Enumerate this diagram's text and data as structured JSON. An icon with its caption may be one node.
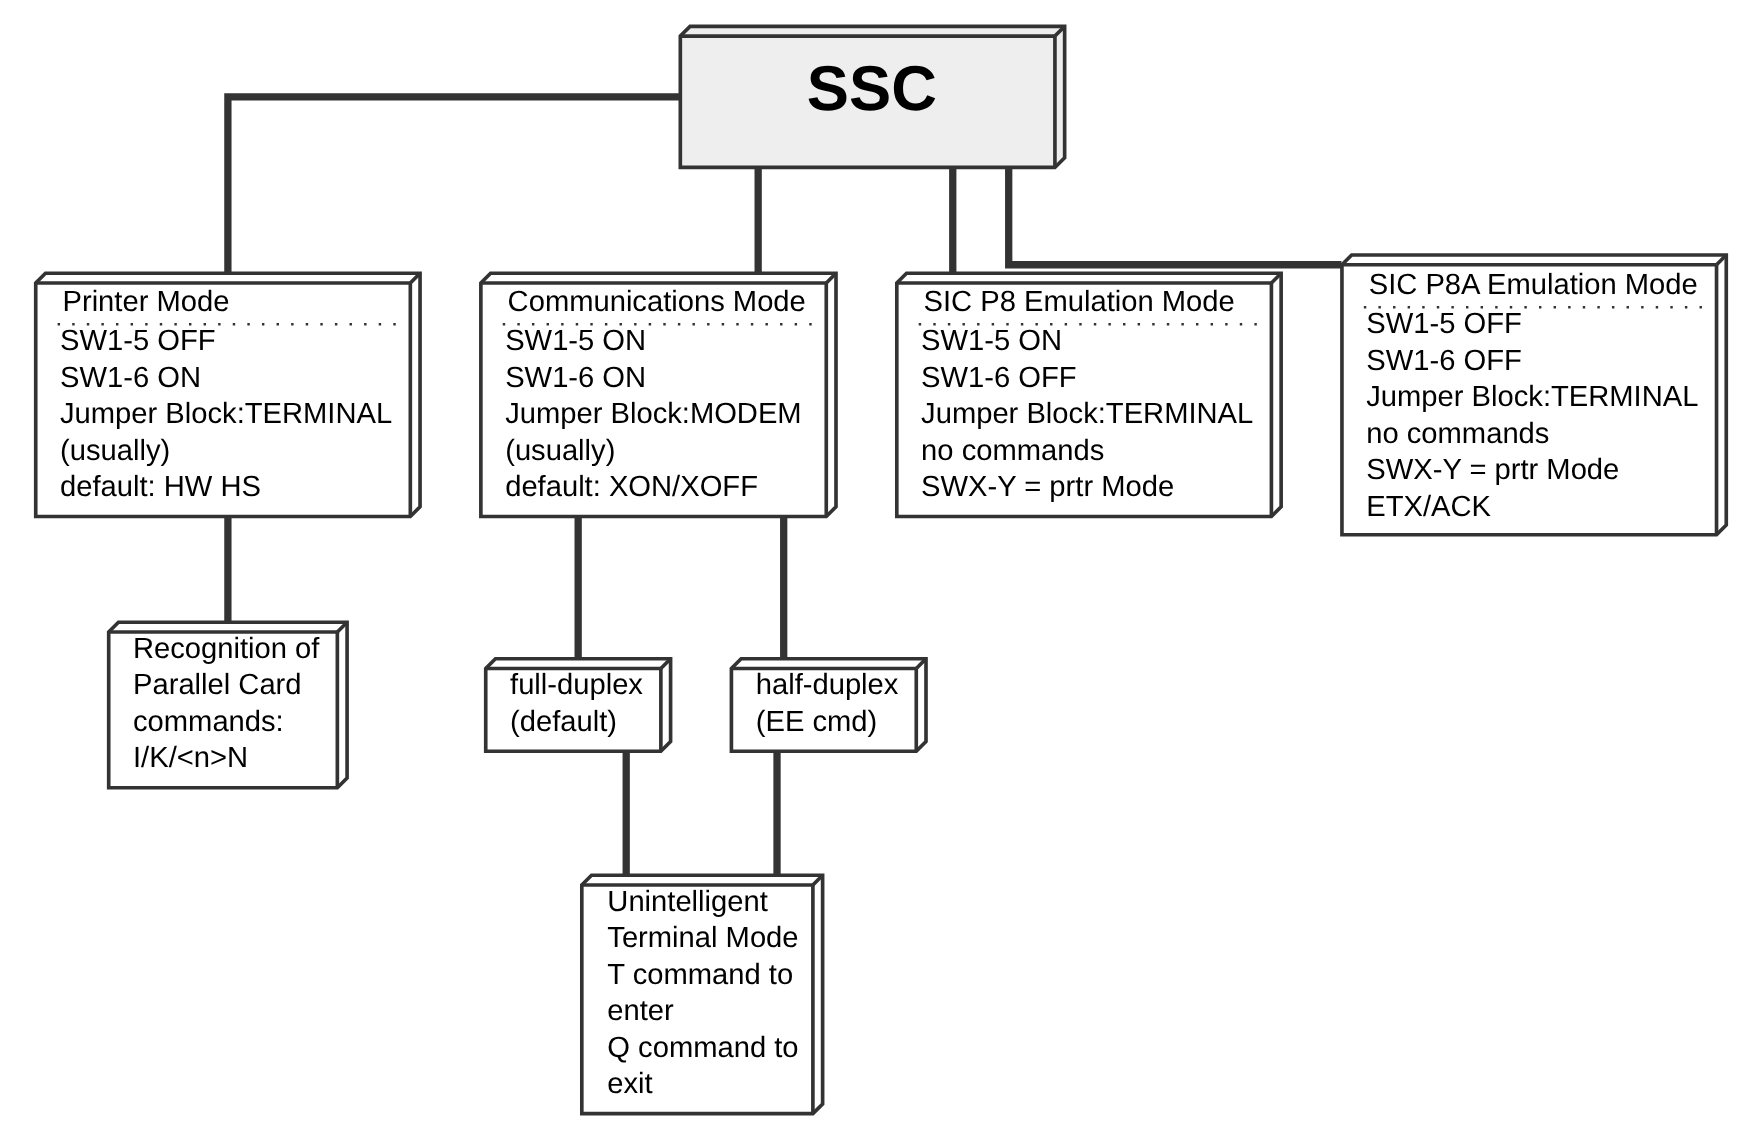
{
  "diagram": {
    "nodes": [
      {
        "text": [
          "SSC"
        ]
      },
      {
        "text": [
          "Printer Mode",
          "SW1-5 OFF",
          "SW1-6 ON",
          "Jumper Block:TERMINAL (usually)",
          "default: HW HS"
        ]
      },
      {
        "text": [
          "Communications Mode",
          "SW1-5 ON",
          "SW1-6 ON",
          "Jumper Block:MODEM (usually)",
          "default: XON/XOFF"
        ]
      },
      {
        "text": [
          "SIC P8 Emulation Mode",
          "SW1-5 ON",
          "SW1-6 OFF",
          "Jumper Block:TERMINAL",
          "no commands",
          "SWX-Y = prtr Mode"
        ]
      },
      {
        "text": [
          "SIC P8A Emulation Mode",
          "SW1-5 OFF",
          "SW1-6 OFF",
          "Jumper Block:TERMINAL",
          "no commands",
          "SWX-Y = prtr Mode",
          "ETX/ACK"
        ]
      },
      {
        "text": [
          "Recognition of Parallel Card commands: I/K/<n>N"
        ]
      },
      {
        "text": [
          "full-duplex (default)"
        ]
      },
      {
        "text": [
          "half-duplex (EE cmd)"
        ]
      },
      {
        "text": [
          "Unintelligent Terminal Mode",
          "T command to enter",
          "Q command to exit"
        ]
      }
    ],
    "edges": [
      {
        "from": 0,
        "to": 1,
        "arrow": "none"
      },
      {
        "from": 0,
        "to": 2,
        "arrow": "none"
      },
      {
        "from": 0,
        "to": 3,
        "arrow": "none"
      },
      {
        "from": 0,
        "to": 4,
        "arrow": "none"
      },
      {
        "from": 1,
        "to": 5,
        "arrow": "none"
      },
      {
        "from": 2,
        "to": 6,
        "arrow": "none"
      },
      {
        "from": 2,
        "to": 7,
        "arrow": "none"
      },
      {
        "from": 6,
        "to": 8,
        "arrow": "none"
      },
      {
        "from": 7,
        "to": 8,
        "arrow": "none"
      }
    ]
  }
}
